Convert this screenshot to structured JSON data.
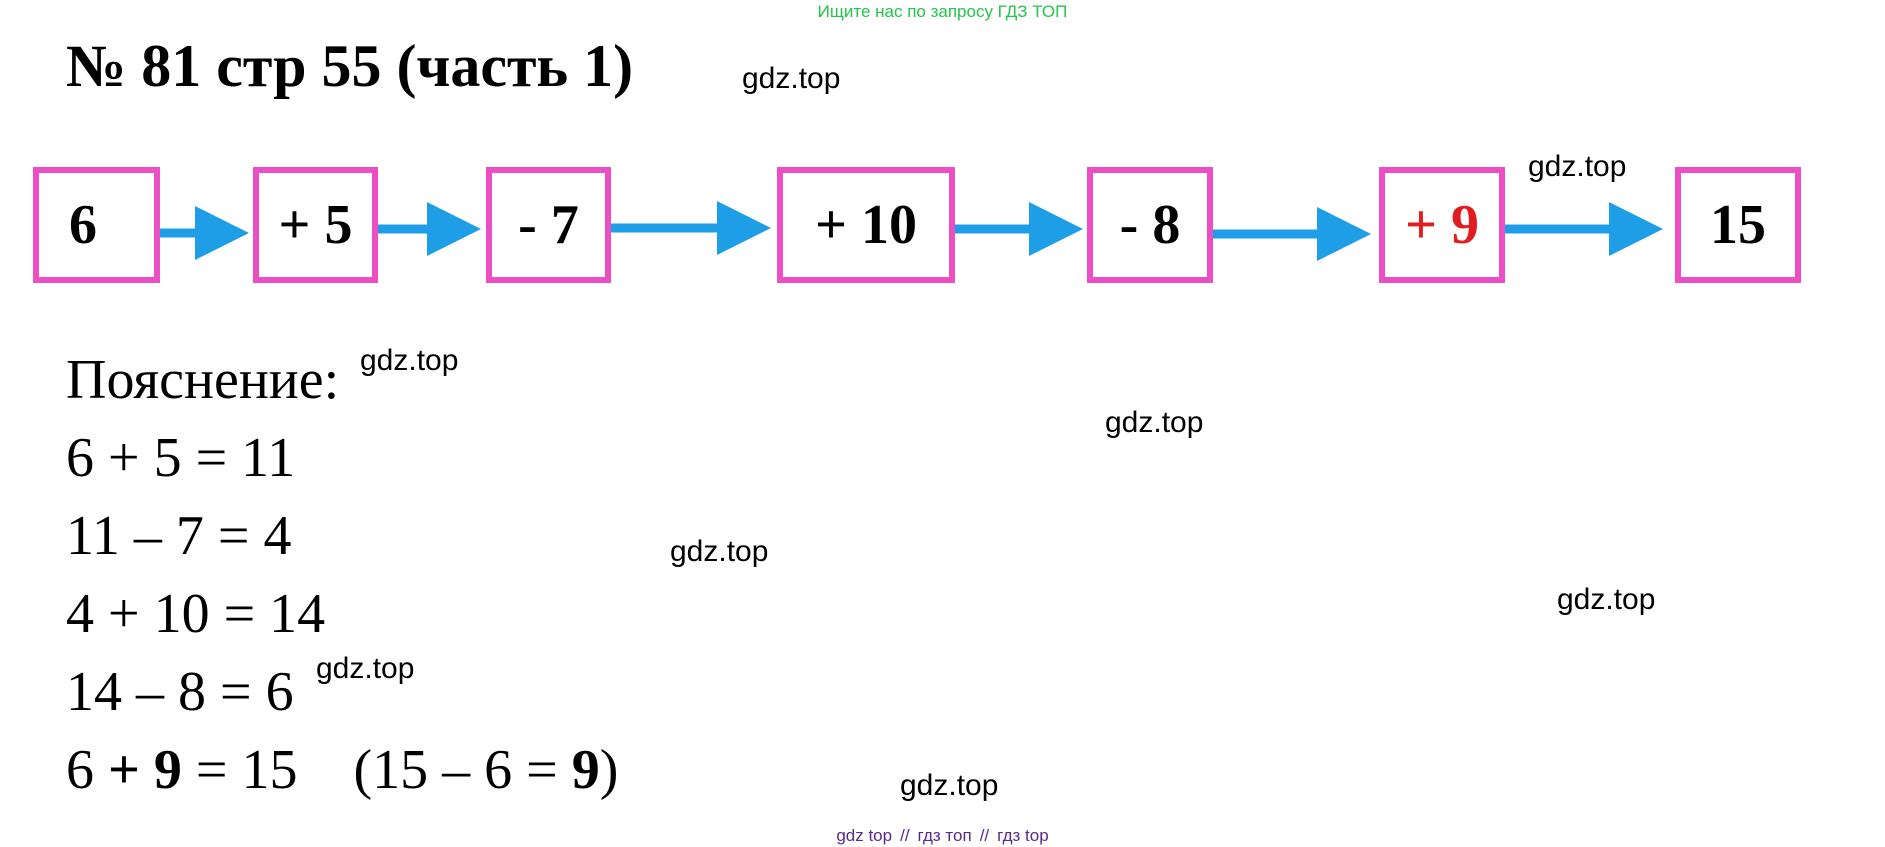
{
  "banner": "Ищите нас по запросу ГДЗ ТОП",
  "title": "№ 81 стр 55 (часть 1)",
  "watermark": "gdz.top",
  "chain": [
    {
      "label": "6"
    },
    {
      "label": "+ 5"
    },
    {
      "label": "- 7"
    },
    {
      "label": "+ 10"
    },
    {
      "label": "- 8"
    },
    {
      "label": "+ 9",
      "highlight": true
    },
    {
      "label": "15"
    }
  ],
  "colors": {
    "box_border": "#ec4fc3",
    "arrow": "#1e9ee6",
    "highlight_text": "#e11d1d",
    "banner_text": "#22c54a",
    "footer_text": "#5a2a8a"
  },
  "explanation": {
    "heading": "Пояснение:",
    "lines": [
      "6 + 5 = 11",
      "11 – 7 = 4",
      "4 + 10 = 14",
      "14 – 8 = 6"
    ],
    "last_line": {
      "a": "6 ",
      "op": "+",
      "b": " ",
      "c": "9",
      "d": " = 15",
      "check": "(15 – 6 = ",
      "check_val": "9",
      "check_end": ")"
    }
  },
  "footer": [
    "gdz top",
    "//",
    "гдз топ",
    "//",
    "гдз top"
  ]
}
